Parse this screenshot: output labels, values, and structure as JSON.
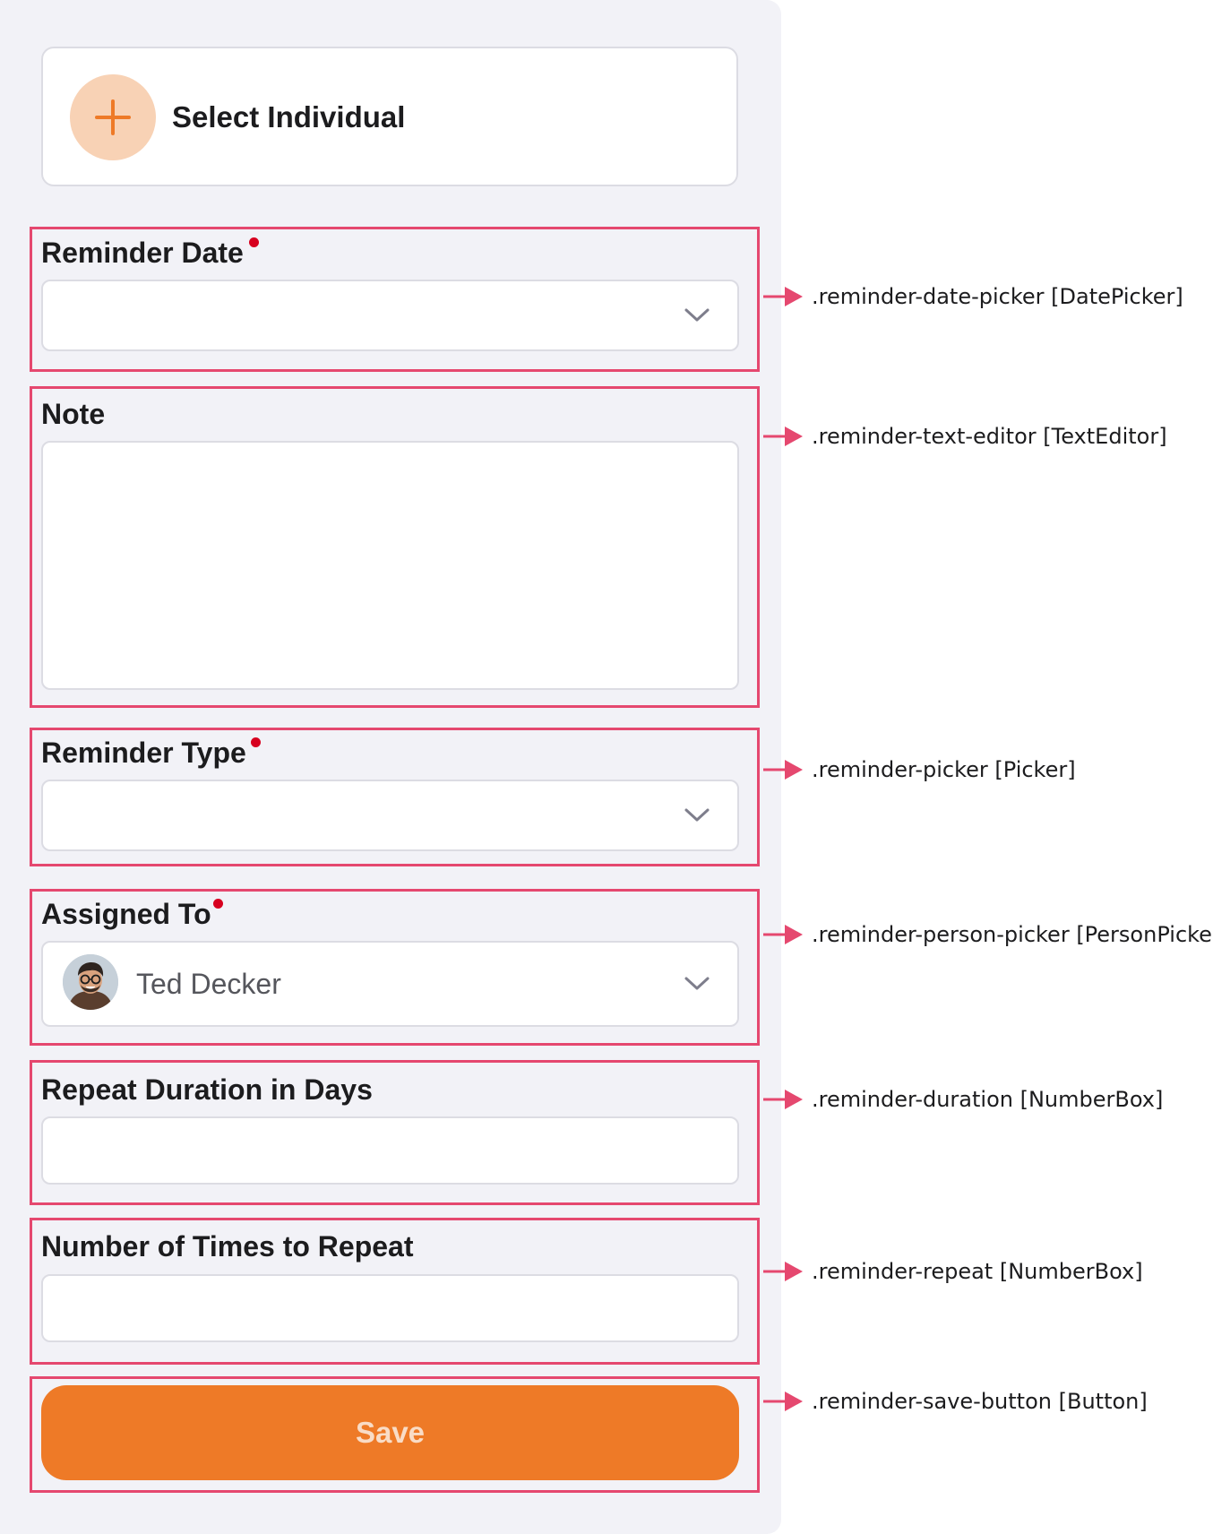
{
  "select_individual": {
    "label": "Select Individual",
    "icon": "plus-icon"
  },
  "fields": {
    "reminder_date": {
      "label": "Reminder Date",
      "required": true,
      "value": ""
    },
    "note": {
      "label": "Note",
      "value": ""
    },
    "reminder_type": {
      "label": "Reminder Type",
      "required": true,
      "value": ""
    },
    "assigned_to": {
      "label": "Assigned To",
      "required": true,
      "value": "Ted Decker"
    },
    "repeat_duration": {
      "label": "Repeat Duration in Days",
      "value": ""
    },
    "repeat_times": {
      "label": "Number of Times to Repeat",
      "value": ""
    }
  },
  "save_button": {
    "label": "Save"
  },
  "annotations": {
    "date_picker": ".reminder-date-picker [DatePicker]",
    "text_editor": ".reminder-text-editor [TextEditor]",
    "picker": ".reminder-picker [Picker]",
    "person_picker": ".reminder-person-picker [PersonPicker]",
    "duration": ".reminder-duration [NumberBox]",
    "repeat": ".reminder-repeat [NumberBox]",
    "save_button": ".reminder-save-button [Button]"
  },
  "colors": {
    "accent": "#ee7a27",
    "accent_light": "#f8d2b5",
    "highlight": "#e5486f",
    "required": "#d7001f",
    "panel_background": "#f2f2f7"
  }
}
